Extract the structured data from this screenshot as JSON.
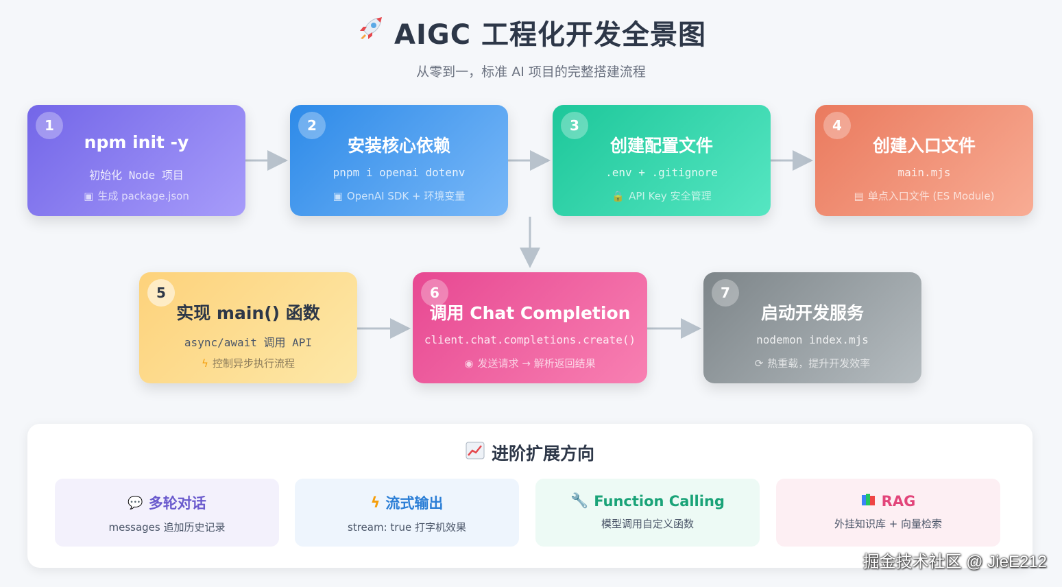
{
  "header": {
    "title": "AIGC 工程化开发全景图",
    "subtitle": "从零到一，标准 AI 项目的完整搭建流程"
  },
  "steps": [
    {
      "num": "1",
      "title": "npm init -y",
      "code": "初始化 Node 项目",
      "note": "生成 package.json"
    },
    {
      "num": "2",
      "title": "安装核心依赖",
      "code": "pnpm i openai dotenv",
      "note": "OpenAI SDK + 环境变量"
    },
    {
      "num": "3",
      "title": "创建配置文件",
      "code": ".env + .gitignore",
      "note": "API Key 安全管理"
    },
    {
      "num": "4",
      "title": "创建入口文件",
      "code": "main.mjs",
      "note": "单点入口文件 (ES Module)"
    },
    {
      "num": "5",
      "title": "实现 main() 函数",
      "code": "async/await 调用 API",
      "note": "控制异步执行流程"
    },
    {
      "num": "6",
      "title": "调用 Chat Completion",
      "code": "client.chat.completions.create()",
      "note": "发送请求 → 解析返回结果"
    },
    {
      "num": "7",
      "title": "启动开发服务",
      "code": "nodemon index.mjs",
      "note": "热重载，提升开发效率"
    }
  ],
  "advanced": {
    "title": "进阶扩展方向",
    "items": [
      {
        "title": "多轮对话",
        "desc": "messages 追加历史记录",
        "icon": "speech-bubble-icon"
      },
      {
        "title": "流式输出",
        "desc": "stream: true 打字机效果",
        "icon": "lightning-icon"
      },
      {
        "title": "Function Calling",
        "desc": "模型调用自定义函数",
        "icon": "wrench-icon"
      },
      {
        "title": "RAG",
        "desc": "外挂知识库 + 向量检索",
        "icon": "books-icon"
      }
    ]
  },
  "watermark": "掘金技术社区 @ JieE212"
}
